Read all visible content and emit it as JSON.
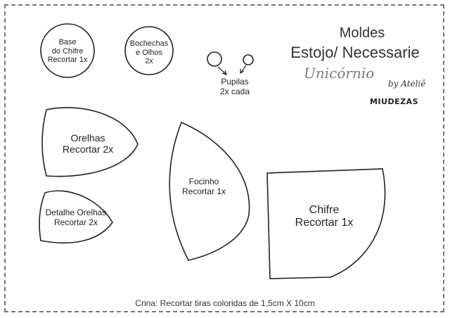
{
  "patterns": {
    "base_chifre": [
      "Base",
      "do Chifre",
      "Recortar 1x"
    ],
    "bochechas": [
      "Bochechas",
      "e Olhos",
      "2x"
    ],
    "pupilas": [
      "Pupilas",
      "2x cada"
    ],
    "orelhas": [
      "Orelhas",
      "Recortar 2x"
    ],
    "detalhe_orelhas": [
      "Detalhe Orelhas",
      "Recortar 2x"
    ],
    "focinho": [
      "Focinho",
      "Recortar 1x"
    ],
    "chifre": [
      "Chifre",
      "Recortar 1x"
    ]
  },
  "header": {
    "title_line1": "Moldes",
    "title_line2": "Estojo/ Necessarie",
    "script_name": "Unicórnio",
    "byline": "by Ateliê",
    "brand": "MIUDEZAS"
  },
  "footer": {
    "note": "Crina: Recortar tiras coloridas de 1,5cm X 10cm"
  }
}
